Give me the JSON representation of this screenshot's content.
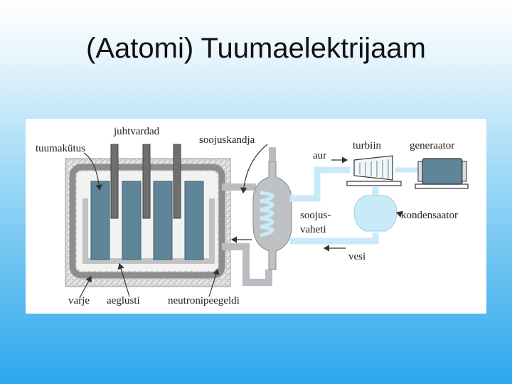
{
  "title": "(Aatomi) Tuumaelektrijaam",
  "diagram": {
    "labels": {
      "control_rods": "juhtvardad",
      "coolant": "soojuskandja",
      "fuel": "tuumakütus",
      "steam": "aur",
      "turbine": "turbiin",
      "generator": "generaator",
      "heat_exchanger_line1": "soojus-",
      "heat_exchanger_line2": "vaheti",
      "condenser": "kondensaator",
      "water": "vesi",
      "shield": "varje",
      "moderator": "aeglusti",
      "neutron_reflector": "neutronipeegeldi"
    },
    "colors": {
      "fuel_rod": "#5f8598",
      "control_rod": "#6f6f6f",
      "pipe_light": "#c9eaf9",
      "pipe_gray": "#b9bcc0",
      "shield_fill": "#dcdcdc"
    }
  }
}
